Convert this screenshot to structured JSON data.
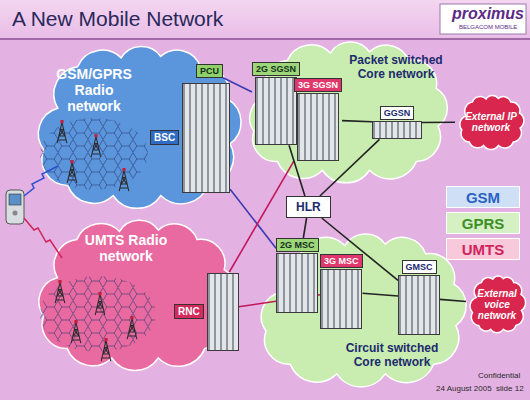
{
  "diagram": {
    "title": "A New Mobile Network",
    "nodes": [
      {
        "text": [
          "GSM/GPRS Radio network"
        ]
      },
      {
        "text": [
          "BSC"
        ],
        "in": 0
      },
      {
        "text": [
          "PCU"
        ],
        "in": 0
      },
      {
        "text": [
          "Packet switched Core network"
        ]
      },
      {
        "text": [
          "2G SGSN"
        ],
        "in": 3
      },
      {
        "text": [
          "3G SGSN"
        ],
        "in": 3
      },
      {
        "text": [
          "GGSN"
        ],
        "in": 3
      },
      {
        "text": [
          "External IP network"
        ]
      },
      {
        "text": [
          "HLR"
        ]
      },
      {
        "text": [
          "UMTS Radio network"
        ]
      },
      {
        "text": [
          "RNC"
        ],
        "in": 9
      },
      {
        "text": [
          "Circuit switched Core network"
        ]
      },
      {
        "text": [
          "2G MSC"
        ],
        "in": 11
      },
      {
        "text": [
          "3G MSC"
        ],
        "in": 11
      },
      {
        "text": [
          "GMSC"
        ],
        "in": 11
      },
      {
        "text": [
          "External voice network"
        ]
      }
    ],
    "edges": [
      {
        "from": 2,
        "to": 4,
        "arrow": "none"
      },
      {
        "from": 1,
        "to": 12,
        "arrow": "none"
      },
      {
        "from": 10,
        "to": 5,
        "arrow": "none"
      },
      {
        "from": 10,
        "to": 13,
        "arrow": "none"
      },
      {
        "from": 5,
        "to": 6,
        "arrow": "none"
      },
      {
        "from": 6,
        "to": 7,
        "arrow": "none"
      },
      {
        "from": 4,
        "to": 8,
        "arrow": "none"
      },
      {
        "from": 6,
        "to": 8,
        "arrow": "none"
      },
      {
        "from": 8,
        "to": 12,
        "arrow": "none"
      },
      {
        "from": 8,
        "to": 14,
        "arrow": "none"
      },
      {
        "from": 13,
        "to": 14,
        "arrow": "none"
      },
      {
        "from": 14,
        "to": 15,
        "arrow": "none"
      }
    ],
    "labels": [
      "proximus",
      "BELGACOM MOBILE",
      "Confidential",
      "24 August 2005",
      "slide 12"
    ],
    "legend": [
      {
        "text": "GSM",
        "color": "#cfe0f6"
      },
      {
        "text": "GPRS",
        "color": "#d5f0c2"
      },
      {
        "text": "UMTS",
        "color": "#f7c9da"
      }
    ]
  }
}
